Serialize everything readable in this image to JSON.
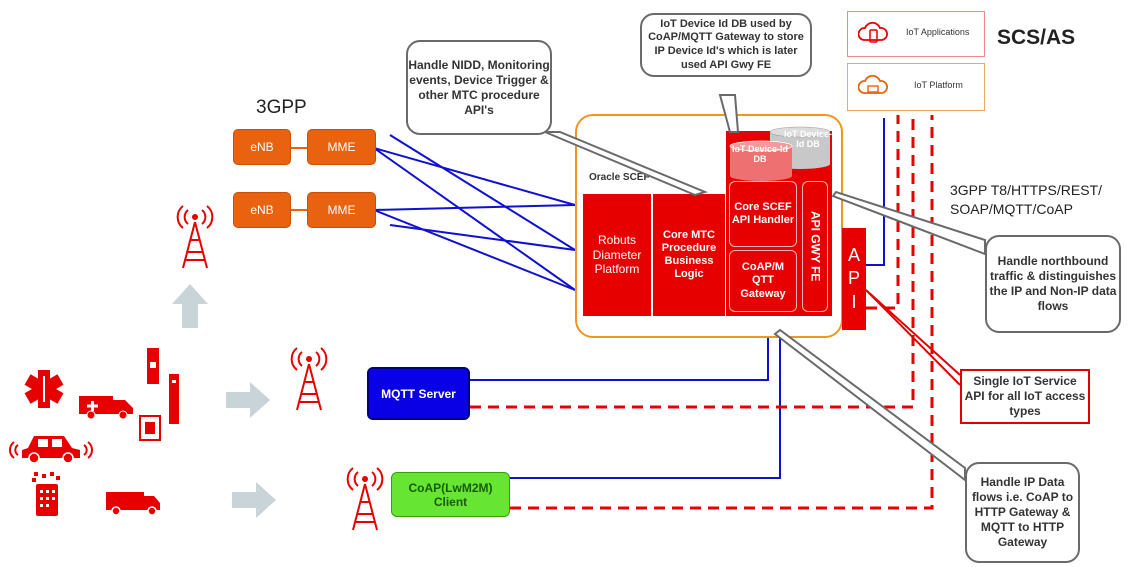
{
  "labels": {
    "gpp": "3GPP",
    "scs_as": "SCS/AS",
    "transport_line1": "3GPP T8/HTTPS/REST/",
    "transport_line2": "SOAP/MQTT/CoAP",
    "oracle_scef": "Oracle SCEF"
  },
  "ran_nodes": [
    {
      "enb": "eNB",
      "mme": "MME"
    },
    {
      "enb": "eNB",
      "mme": "MME"
    }
  ],
  "scef": {
    "diameter": "Robuts Diameter Platform",
    "core_mtc": "Core MTC Procedure Business Logic",
    "device_db": "IoT Device-Id DB",
    "device_db_back": "IoT Device-Id DB",
    "core_api": "Core SCEF API Handler",
    "gateway": "CoAP/M QTT Gateway",
    "api_gwy": "API GWY FE",
    "api": "A P I"
  },
  "servers": {
    "mqtt": "MQTT Server",
    "coap": "CoAP(LwM2M) Client"
  },
  "apps": {
    "iot_applications": "IoT Applications",
    "iot_platform": "IoT Platform"
  },
  "callouts": {
    "nidd": "Handle NIDD, Monitoring events, Device Trigger & other MTC procedure API's",
    "device_db": "IoT Device Id DB used by CoAP/MQTT Gateway to store IP Device Id's which is later used API Gwy FE",
    "northbound": "Handle northbound traffic & distinguishes the IP and Non-IP data flows",
    "single_api": "Single IoT Service API for all IoT access types",
    "ip_data": "Handle IP Data flows i.e. CoAP to HTTP Gateway & MQTT to HTTP Gateway"
  },
  "colors": {
    "accent_red": "#e60000",
    "orange": "#e8620f",
    "blue_line": "#1010d0",
    "mqtt_blue": "#0a00e6",
    "coap_green": "#66e633"
  },
  "icons": [
    "tower-icon",
    "ambulance-icon",
    "car-icon",
    "medical-star-icon",
    "phone-icon",
    "truck-icon",
    "nfc-tag-icon",
    "cloud-phone-icon",
    "cloud-platform-icon",
    "arrow-icon"
  ]
}
